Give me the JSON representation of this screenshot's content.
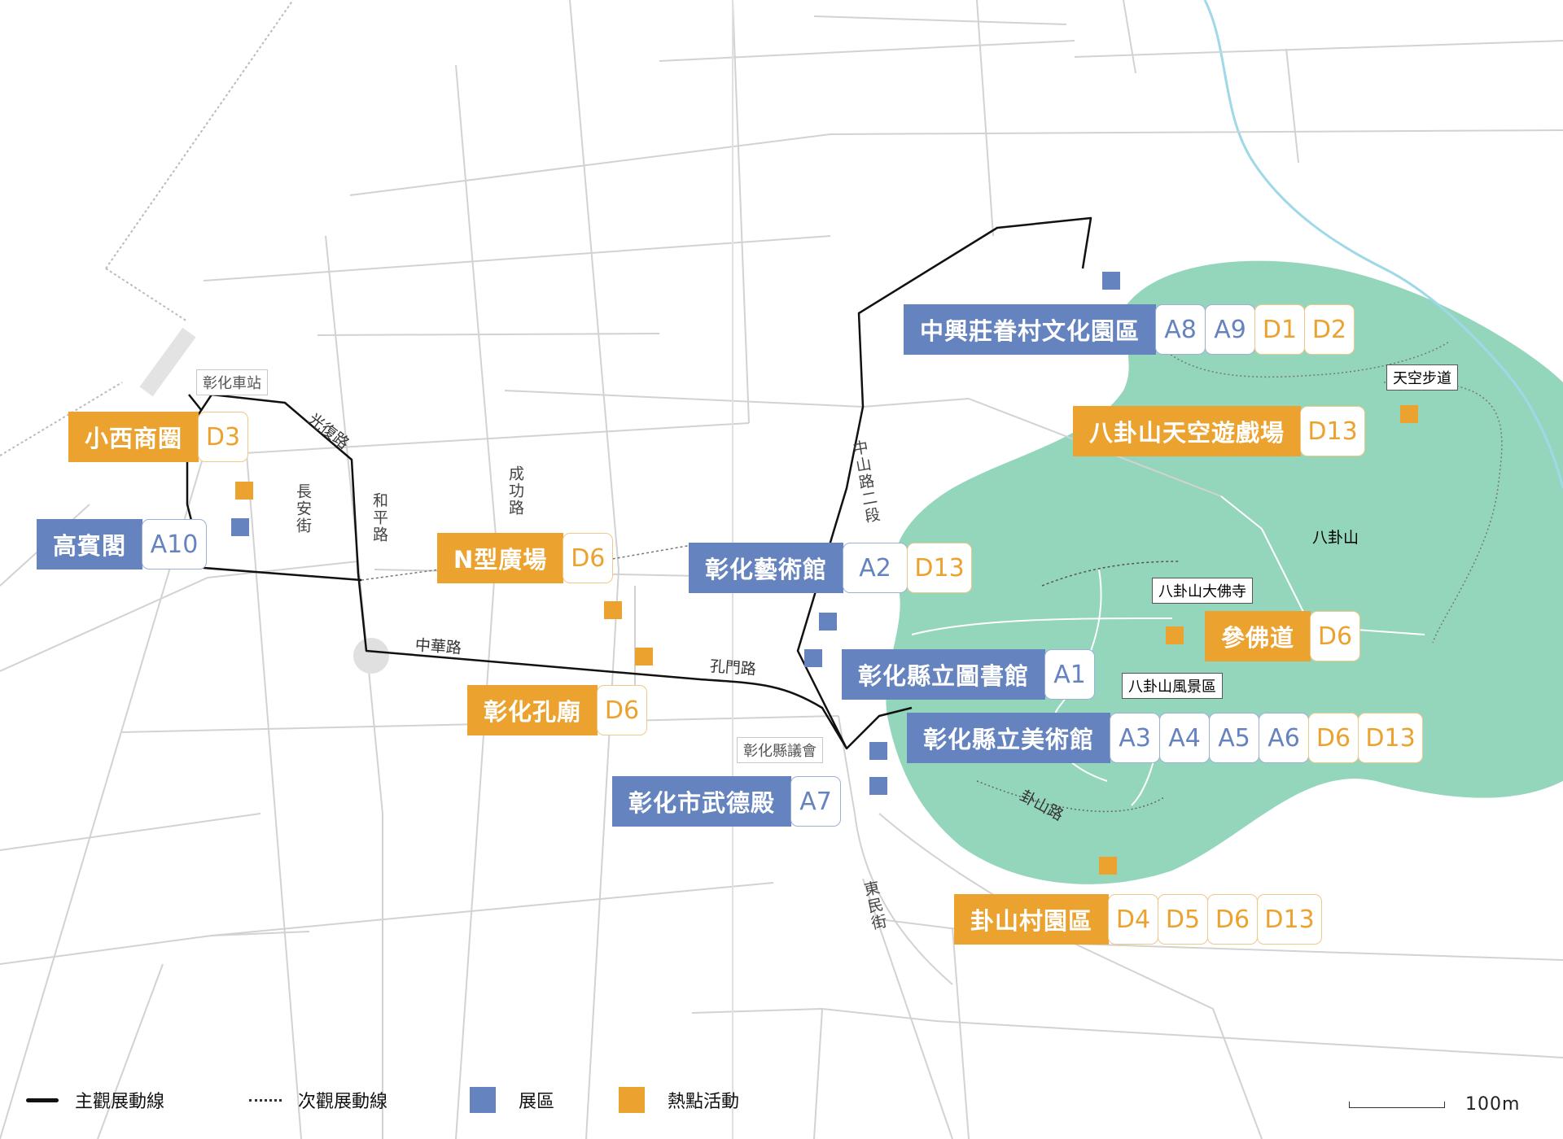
{
  "colors": {
    "exhibit_blue": "#6583bf",
    "event_orange": "#eba22e",
    "park_green": "#94d6bc",
    "river_blue": "#9fd8e8",
    "road_grey": "#d2d2d2",
    "route_black": "#111111"
  },
  "venues": [
    {
      "id": "zhongxing",
      "name": "中興莊眷村文化園區",
      "color": "blue",
      "codes": [
        "A8",
        "A9",
        "D1",
        "D2"
      ]
    },
    {
      "id": "sky-playground",
      "name": "八卦山天空遊戲場",
      "color": "orange",
      "codes": [
        "D13"
      ]
    },
    {
      "id": "xiaoxi",
      "name": "小西商圈",
      "color": "orange",
      "codes": [
        "D3"
      ]
    },
    {
      "id": "gaobinge",
      "name": "高賓閣",
      "color": "blue",
      "codes": [
        "A10"
      ]
    },
    {
      "id": "n-plaza",
      "name": "N型廣場",
      "color": "orange",
      "codes": [
        "D6"
      ]
    },
    {
      "id": "art-museum",
      "name": "彰化藝術館",
      "color": "blue",
      "codes": [
        "A2",
        "D13"
      ]
    },
    {
      "id": "buddha-path",
      "name": "參佛道",
      "color": "orange",
      "codes": [
        "D6"
      ]
    },
    {
      "id": "county-library",
      "name": "彰化縣立圖書館",
      "color": "blue",
      "codes": [
        "A1"
      ]
    },
    {
      "id": "confucius-temple",
      "name": "彰化孔廟",
      "color": "orange",
      "codes": [
        "D6"
      ]
    },
    {
      "id": "county-art-museum",
      "name": "彰化縣立美術館",
      "color": "blue",
      "codes": [
        "A3",
        "A4",
        "A5",
        "A6",
        "D6",
        "D13"
      ]
    },
    {
      "id": "wude-hall",
      "name": "彰化市武德殿",
      "color": "blue",
      "codes": [
        "A7"
      ]
    },
    {
      "id": "guashan-village",
      "name": "卦山村園區",
      "color": "orange",
      "codes": [
        "D4",
        "D5",
        "D6",
        "D13"
      ]
    }
  ],
  "places": {
    "station": "彰化車站",
    "council": "彰化縣議會",
    "skywalk": "天空步道",
    "baguashan": "八卦山",
    "great_buddha": "八卦山大佛寺",
    "scenic_area": "八卦山風景區"
  },
  "roads": {
    "guangfu": "光復路",
    "changan": "長安街",
    "heping": "和平路",
    "chenggong": "成功路",
    "zhonghua": "中華路",
    "kongmen": "孔門路",
    "zhongshan2": "中山路二段",
    "dongmin": "東民街",
    "guashan": "卦山路"
  },
  "legend": {
    "main_route": "主觀展動線",
    "secondary_route": "次觀展動線",
    "exhibit": "展區",
    "event": "熱點活動"
  },
  "scale": "100m"
}
